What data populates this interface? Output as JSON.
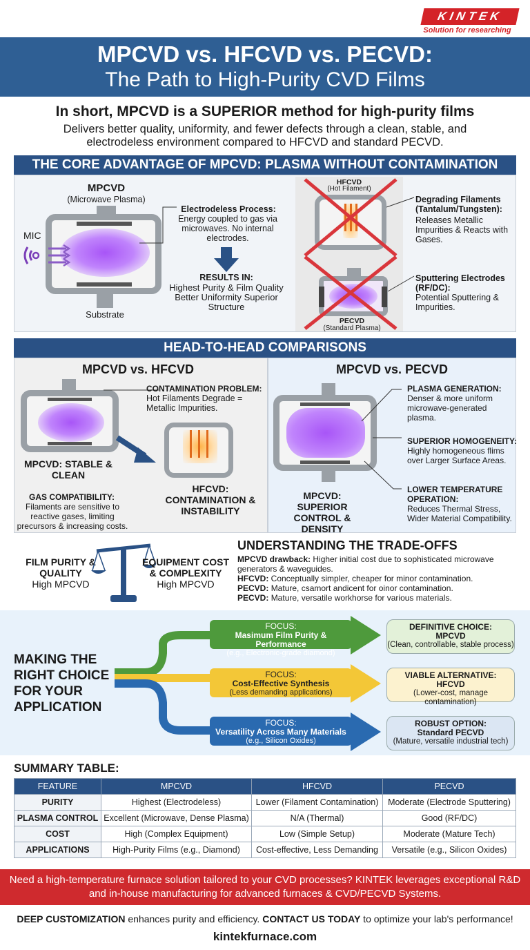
{
  "brand": {
    "name": "KINTEK",
    "tagline": "Solution for researching"
  },
  "header": {
    "title": "MPCVD vs. HFCVD vs. PECVD:",
    "subtitle": "The Path to High-Purity CVD Films"
  },
  "intro": {
    "headline": "In short, MPCVD is a SUPERIOR method for high-purity films",
    "body": "Delivers better quality, uniformity, and fewer defects through a clean, stable, and electrodeless environment compared to HFCVD and standard PECVD."
  },
  "core": {
    "title": "THE CORE ADVANTAGE OF MPCVD: PLASMA WITHOUT CONTAMINATION",
    "mpcvd_title": "MPCVD",
    "mpcvd_sub": "(Microwave Plasma)",
    "mic": "MIC",
    "substrate": "Substrate",
    "electrodeless_title": "Electrodeless Process:",
    "electrodeless_body": "Energy coupled to gas via microwaves. No internal electrodes.",
    "results_title": "RESULTS IN:",
    "results_body": "Highest Purity & Film Quality Better Uniformity Superior Structure",
    "hfcvd_title": "HFCVD",
    "hfcvd_sub": "(Hot Filament)",
    "pecvd_title": "PECVD",
    "pecvd_sub": "(Standard Plasma)",
    "degrading_title": "Degrading Filaments (Tantalum/Tungsten):",
    "degrading_body": "Releases Metallic Impurities & Reacts with Gases.",
    "sputter_title": "Sputtering Electrodes (RF/DC):",
    "sputter_body": "Potential Sputtering & Impurities."
  },
  "h2h": {
    "title": "HEAD-TO-HEAD COMPARISONS",
    "left": {
      "title": "MPCVD vs. HFCVD",
      "contam_title": "CONTAMINATION PROBLEM:",
      "contam_body": "Hot Filaments Degrade = Metallic Impurities.",
      "mpcvd_label": "MPCVD: STABLE & CLEAN",
      "gas_title": "GAS COMPATIBILITY:",
      "gas_body": "Filaments are sensitive to reactive gases, limiting precursors & increasing costs.",
      "hfcvd_label": "HFCVD: CONTAMINATION & INSTABILITY"
    },
    "right": {
      "title": "MPCVD vs. PECVD",
      "plasma_title": "PLASMA GENERATION:",
      "plasma_body": "Denser & more uniform microwave-generated plasma.",
      "homog_title": "SUPERIOR HOMOGENEITY:",
      "homog_body": "Highly homogeneous flims over Larger Surface Areas.",
      "temp_title": "LOWER TEMPERATURE OPERATION:",
      "temp_body": "Reduces Thermal Stress, Wider Material Compatibility.",
      "mpcvd_label": "MPCVD: SUPERIOR CONTROL & DENSITY"
    }
  },
  "tradeoffs": {
    "left_label": "FILM PURITY & QUALITY",
    "left_value": "High MPCVD",
    "right_label": "EQUIPMENT COST & COMPLEXITY",
    "right_value": "High MPCVD",
    "title": "UNDERSTANDING THE TRADE-OFFS",
    "lines": [
      {
        "k": "MPCVD drawback:",
        "v": "Higher initial cost due to sophisticated microwave generators & waveguides."
      },
      {
        "k": "HFCVD:",
        "v": "Conceptually simpler, cheaper for minor contamination."
      },
      {
        "k": "PECVD:",
        "v": "Mature, csamort andicent for oinor contamination."
      },
      {
        "k": "PECVD:",
        "v": "Mature, versatile workhorse for various materials."
      }
    ]
  },
  "choice": {
    "title": "MAKING THE RIGHT CHOICE FOR YOUR APPLICATION",
    "paths": [
      {
        "focus": "FOCUS:",
        "name": "Masimum Film Purity & Performance",
        "note": "(e.g., Electronic-grade diamond)",
        "result_title": "DEFINITIVE CHOICE:",
        "result_name": "MPCVD",
        "result_note": "(Clean, controllable, stable process)",
        "color": "#4e9a3c",
        "bg": "#e3f1d9"
      },
      {
        "focus": "FOCUS:",
        "name": "Cost-Effective Synthesis",
        "note": "(Less demanding applications)",
        "result_title": "VIABLE ALTERNATIVE:",
        "result_name": "HFCVD",
        "result_note": "(Lower-cost, manage contamination)",
        "color": "#f3c737",
        "bg": "#fcf2cf"
      },
      {
        "focus": "FOCUS:",
        "name": "Versatility Across Many Materials",
        "note": "(e.g., Silicon Oxides)",
        "result_title": "ROBUST OPTION:",
        "result_name": "Standard PECVD",
        "result_note": "(Mature, versatile industrial tech)",
        "color": "#2a6ab0",
        "bg": "#dbe6f3"
      }
    ]
  },
  "table": {
    "title": "SUMMARY TABLE:",
    "headers": [
      "FEATURE",
      "MPCVD",
      "HFCVD",
      "PECVD"
    ],
    "rows": [
      [
        "PURITY",
        "Highest (Electrodeless)",
        "Lower (Filament Contamination)",
        "Moderate (Electrode Sputtering)"
      ],
      [
        "PLASMA CONTROL",
        "Excellent (Microwave, Dense Plasma)",
        "N/A (Thermal)",
        "Good (RF/DC)"
      ],
      [
        "COST",
        "High (Complex Equipment)",
        "Low (Simple Setup)",
        "Moderate (Mature Tech)"
      ],
      [
        "APPLICATIONS",
        "High-Purity Films (e.g., Diamond)",
        "Cost-effective, Less Demanding",
        "Versatile (e.g., Silicon Oxides)"
      ]
    ]
  },
  "footer": {
    "promo": "Need a high-temperature furnace solution tailored to your CVD processes? KINTEK leverages exceptional R&D and in-house manufacturing for advanced furnaces & CVD/PECVD Systems.",
    "cta_b1": "DEEP CUSTOMIZATION",
    "cta_t1": " enhances purity and efficiency. ",
    "cta_b2": "CONTACT US TODAY",
    "cta_t2": " to optimize your lab's performance!",
    "url": "kintekfurnace.com"
  }
}
